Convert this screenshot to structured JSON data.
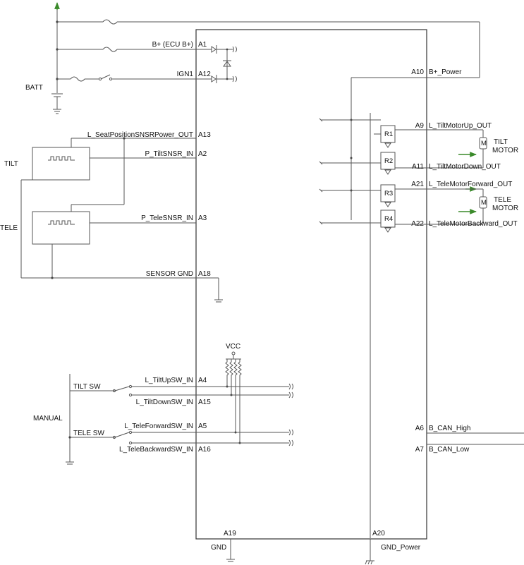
{
  "ecu_pins_left": {
    "a1": {
      "pin": "A1",
      "signal": "B+ (ECU B+)"
    },
    "a12": {
      "pin": "A12",
      "signal": "IGN1"
    },
    "a13": {
      "pin": "A13",
      "signal": "L_SeatPositionSNSRPower_OUT"
    },
    "a2": {
      "pin": "A2",
      "signal": "P_TiltSNSR_IN"
    },
    "a3": {
      "pin": "A3",
      "signal": "P_TeleSNSR_IN"
    },
    "a18": {
      "pin": "A18",
      "signal": "SENSOR GND"
    },
    "a4": {
      "pin": "A4",
      "signal": "L_TiltUpSW_IN"
    },
    "a15": {
      "pin": "A15",
      "signal": "L_TiltDownSW_IN"
    },
    "a5": {
      "pin": "A5",
      "signal": "L_TeleForwardSW_IN"
    },
    "a16": {
      "pin": "A16",
      "signal": "L_TeleBackwardSW_IN"
    }
  },
  "ecu_pins_right": {
    "a10": {
      "pin": "A10",
      "signal": "B+_Power"
    },
    "a9": {
      "pin": "A9",
      "signal": "L_TiltMotorUp_OUT"
    },
    "a11": {
      "pin": "A11",
      "signal": "L_TiltMotorDown_OUT"
    },
    "a21": {
      "pin": "A21",
      "signal": "L_TeleMotorForward_OUT"
    },
    "a22": {
      "pin": "A22",
      "signal": "L_TeleMotorBackward_OUT"
    },
    "a6": {
      "pin": "A6",
      "signal": "B_CAN_High"
    },
    "a7": {
      "pin": "A7",
      "signal": "B_CAN_Low"
    }
  },
  "ecu_pins_bottom": {
    "a19": {
      "pin": "A19",
      "signal": "GND"
    },
    "a20": {
      "pin": "A20",
      "signal": "GND_Power"
    }
  },
  "labels": {
    "batt": "BATT",
    "tilt_sensor": "TILT",
    "tele_sensor": "TELE",
    "vcc": "VCC",
    "tilt_sw": "TILT SW",
    "tele_sw": "TELE SW",
    "manual": "MANUAL",
    "tilt_motor": [
      "TILT",
      "MOTOR"
    ],
    "tele_motor": [
      "TELE",
      "MOTOR"
    ],
    "motor_symbol": "M"
  },
  "colors": {
    "wire": "#555555",
    "arrow_green": "#3a8a2a"
  }
}
